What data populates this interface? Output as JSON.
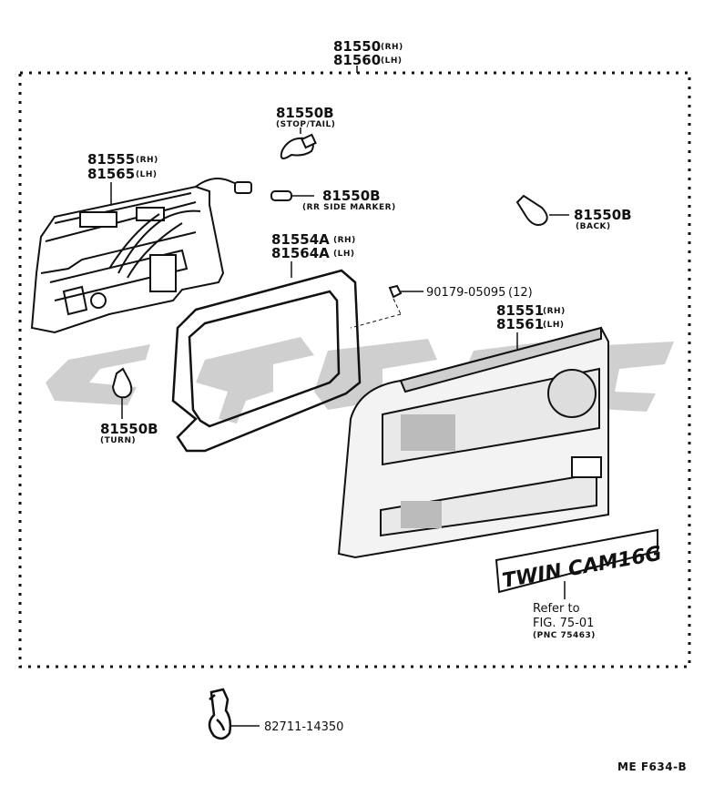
{
  "diagram": {
    "assembly": {
      "rh": {
        "part": "81550",
        "side": "(RH)"
      },
      "lh": {
        "part": "81560",
        "side": "(LH)"
      }
    },
    "bulb_stop_tail": {
      "part": "81550B",
      "desc": "(STOP/TAIL)"
    },
    "bulb_rr_side_marker": {
      "part": "81550B",
      "desc": "(RR SIDE  MARKER)"
    },
    "bulb_back": {
      "part": "81550B",
      "desc": "(BACK)"
    },
    "bulb_turn": {
      "part": "81550B",
      "desc": "(TURN)"
    },
    "socket_wiring": {
      "rh": {
        "part": "81555",
        "side": "(RH)"
      },
      "lh": {
        "part": "81565",
        "side": "(LH)"
      }
    },
    "gasket": {
      "rh": {
        "part": "81554A",
        "side": "(RH)"
      },
      "lh": {
        "part": "81564A",
        "side": "(LH)"
      }
    },
    "nut": {
      "part": "90179-05095",
      "qty": "(12)"
    },
    "lens": {
      "rh": {
        "part": "81551",
        "side": "(RH)"
      },
      "lh": {
        "part": "81561",
        "side": "(LH)"
      }
    },
    "emblem": {
      "text": "TWIN CAM16G",
      "refer_line1": "Refer to",
      "refer_line2": "FIG. 75-01",
      "refer_line3": "(PNC  75463)"
    },
    "clamp": {
      "part": "82711-14350"
    },
    "footer_code": "ME  F634-B"
  },
  "colors": {
    "ink": "#111111",
    "watermark": "#cfcfcf",
    "lens_fill": "#e9e9e9"
  }
}
